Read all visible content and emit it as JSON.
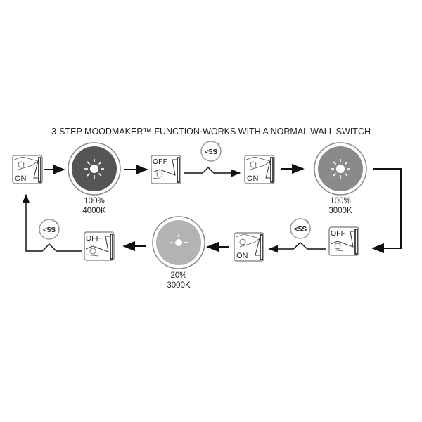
{
  "title": "3-STEP MOODMAKER™ FUNCTION·WORKS WITH A NORMAL WALL SWITCH",
  "switch_on_label": "ON",
  "switch_off_label": "OFF",
  "timer_label": "<5S",
  "states": [
    {
      "brightness": "100%",
      "color_temp": "4000K",
      "fill": "#555555"
    },
    {
      "brightness": "100%",
      "color_temp": "3000K",
      "fill": "#8a8a8a"
    },
    {
      "brightness": "20%",
      "color_temp": "3000K",
      "fill": "#b3b3b3"
    }
  ],
  "colors": {
    "line": "#111111",
    "switch_border": "#8f8f8f",
    "timer": "#999999"
  }
}
